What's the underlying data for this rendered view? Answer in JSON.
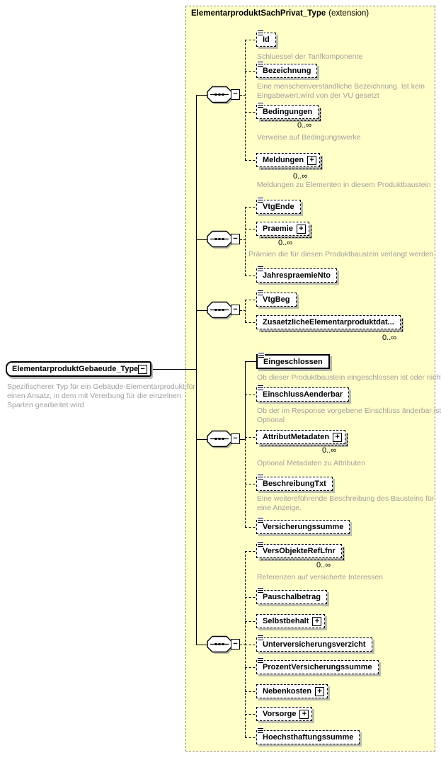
{
  "diagram": {
    "extension_frame": {
      "title": "ElementarproduktSachPrivat_Type",
      "suffix": "(extension)"
    },
    "root": {
      "label": "ElementarproduktGebaeude_Type",
      "annotation": [
        "Spezifischerer Typ für ein Gebäude-Elementarprodukt für",
        "einen Ansatz, in dem mit Vererbung für die einzelnen",
        "Sparten gearbeitet wird"
      ]
    },
    "glyphs": {
      "collapse": "−",
      "expand": "+"
    },
    "elements": {
      "id": {
        "label": "Id",
        "annotation": [
          "Schluessel der Tarifkomponente"
        ]
      },
      "bezeichnung": {
        "label": "Bezeichnung",
        "annotation": [
          "Eine menschenverständliche Bezeichnung. Ist kein",
          "Eingabewert,wird von der VU gesetzt"
        ]
      },
      "bedingungen": {
        "label": "Bedingungen",
        "occurs": "0..∞",
        "annotation": [
          "Verweise auf Bedingungswerke"
        ]
      },
      "meldungen": {
        "label": "Meldungen",
        "occurs": "0..∞",
        "annotation": [
          "Meldungen zu Elementen in diesem Produktbaustein"
        ]
      },
      "vtgende": {
        "label": "VtgEnde"
      },
      "praemie": {
        "label": "Praemie",
        "occurs": "0..∞",
        "annotation": [
          "Prämien die für diesen Produktbaustein verlangt werden"
        ]
      },
      "jahrespraemiento": {
        "label": "JahrespraemieNto"
      },
      "vtgbeg": {
        "label": "VtgBeg"
      },
      "zusaetzliche": {
        "label": "ZusaetzlicheElementarproduktdat...",
        "occurs": "0..∞"
      },
      "eingeschlossen": {
        "label": "Eingeschlossen",
        "required": true,
        "annotation": [
          "Ob dieser Produktbaustein eingeschlossen ist oder nicht"
        ]
      },
      "einschlussaenderbar": {
        "label": "EinschlussAenderbar",
        "annotation": [
          "Ob der im Response vorgebene Einschluss änderbar ist.",
          "Optional"
        ]
      },
      "attributmetadaten": {
        "label": "AttributMetadaten",
        "occurs": "0..∞",
        "annotation": [
          "Optional Metadaten zu Attributen"
        ]
      },
      "beschreibungtxt": {
        "label": "BeschreibungTxt",
        "annotation": [
          "Eine weitereführende Beschreibung des Bausteins für",
          "eine Anzeige."
        ]
      },
      "versicherungssumme": {
        "label": "Versicherungssumme"
      },
      "versobjekte": {
        "label": "VersObjekteRefLfnr",
        "occurs": "0..∞",
        "annotation": [
          "Referenzen auf versicherte Interessen"
        ]
      },
      "pauschalbetrag": {
        "label": "Pauschalbetrag"
      },
      "selbstbehalt": {
        "label": "Selbstbehalt"
      },
      "unterversicherung": {
        "label": "Unterversicherungsverzicht"
      },
      "prozentvsumme": {
        "label": "ProzentVersicherungssumme"
      },
      "nebenkosten": {
        "label": "Nebenkosten"
      },
      "vorsorge": {
        "label": "Vorsorge"
      },
      "hoechsthaftung": {
        "label": "Hoechsthaftungssumme"
      }
    },
    "colors": {
      "frame_background": "#FFFFC8",
      "frame_border": "#8A8A8A",
      "box_background": "#FFFFFF",
      "box_border": "#000000",
      "annotation_text": "#A0A0A0",
      "shadow": "#BCBCB4"
    }
  }
}
